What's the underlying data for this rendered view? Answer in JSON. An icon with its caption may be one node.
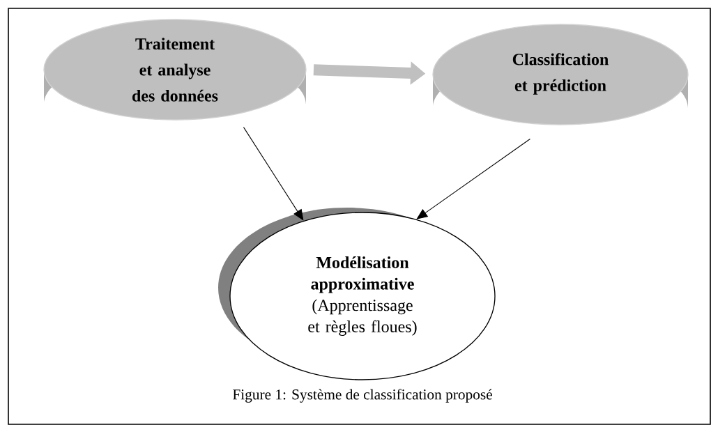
{
  "diagram": {
    "caption": "Figure 1: Système de classification proposé",
    "nodes": [
      {
        "text": [
          "Traitement et analyse des données"
        ]
      },
      {
        "text": [
          "Classification et prédiction"
        ]
      },
      {
        "text": [
          "Modélisation approximative",
          "(Apprentissage et règles floues)"
        ]
      }
    ],
    "edges": [
      {
        "from": 0,
        "to": 1,
        "arrow": "to",
        "style": "thick",
        "color": "#c0c0c0"
      },
      {
        "from": 0,
        "to": 2,
        "arrow": "to"
      },
      {
        "from": 1,
        "to": 2,
        "arrow": "to"
      }
    ]
  }
}
